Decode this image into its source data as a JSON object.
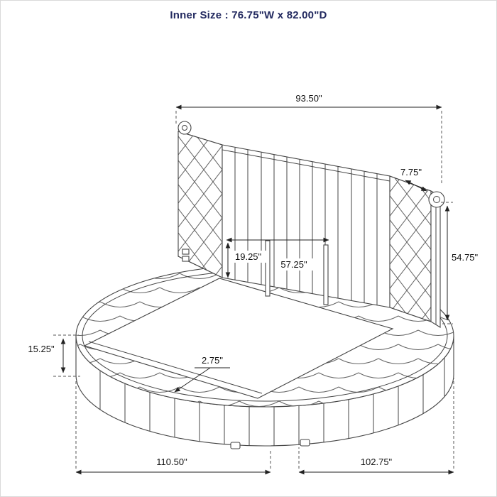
{
  "title": "Inner Size : 76.75\"W x 82.00\"D",
  "bed": {
    "description": "Round upholstered platform bed with channel-tufted wingback headboard and scale-tufted base rim"
  },
  "dimensions": {
    "headboard_width": "93.50\"",
    "headboard_roll_depth": "7.75\"",
    "headboard_height": "54.75\"",
    "headboard_to_deck": "19.25\"",
    "inner_back_width": "57.25\"",
    "base_height": "15.25\"",
    "deck_lip": "2.75\"",
    "overall_width": "110.50\"",
    "overall_depth": "102.75\""
  }
}
